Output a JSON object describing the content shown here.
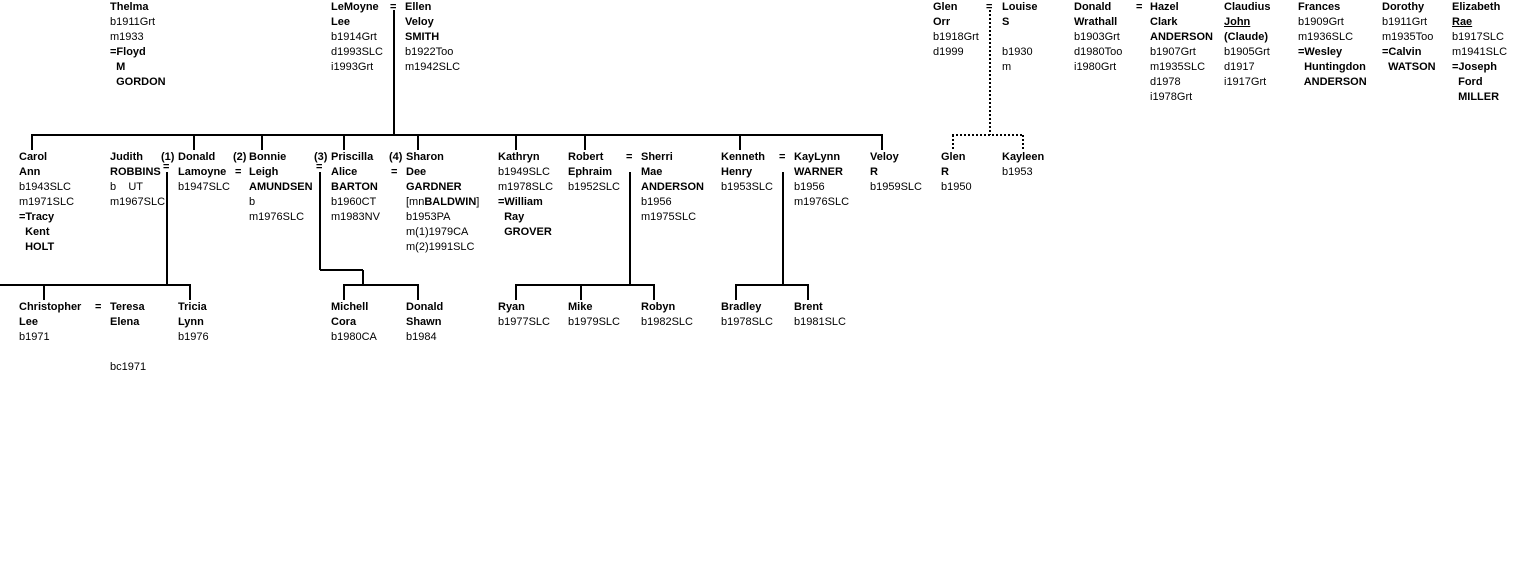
{
  "people": [
    {
      "id": "thelma",
      "lines": [
        [
          "Thelma",
          "b"
        ],
        [
          "b1911Grt",
          ""
        ],
        [
          "m1933",
          ""
        ],
        [
          "=Floyd",
          "b"
        ],
        [
          "  M",
          "b"
        ],
        [
          "  GORDON",
          "b"
        ]
      ]
    },
    {
      "id": "lemoyne",
      "lines": [
        [
          "LeMoyne",
          "b"
        ],
        [
          "Lee",
          "b"
        ],
        [
          "b1914Grt",
          ""
        ],
        [
          "d1993SLC",
          ""
        ],
        [
          "i1993Grt",
          ""
        ]
      ]
    },
    {
      "id": "ellen",
      "lines": [
        [
          "Ellen",
          "b"
        ],
        [
          "Veloy",
          "b"
        ],
        [
          "SMITH",
          "b"
        ],
        [
          "b1922Too",
          ""
        ],
        [
          "m1942SLC",
          ""
        ]
      ]
    },
    {
      "id": "glen-orr",
      "lines": [
        [
          "Glen",
          "b"
        ],
        [
          "Orr",
          "b"
        ],
        [
          "b1918Grt",
          ""
        ],
        [
          "d1999",
          ""
        ]
      ]
    },
    {
      "id": "louise",
      "lines": [
        [
          "Louise",
          "b"
        ],
        [
          "S",
          "b"
        ],
        [
          "",
          ""
        ],
        [
          "b1930",
          ""
        ],
        [
          "m",
          ""
        ]
      ]
    },
    {
      "id": "donald-w",
      "lines": [
        [
          "Donald",
          "b"
        ],
        [
          "Wrathall",
          "b"
        ],
        [
          "b1903Grt",
          ""
        ],
        [
          "d1980Too",
          ""
        ],
        [
          "i1980Grt",
          ""
        ]
      ]
    },
    {
      "id": "hazel",
      "lines": [
        [
          "Hazel",
          "b"
        ],
        [
          "Clark",
          "b"
        ],
        [
          "ANDERSON",
          "b"
        ],
        [
          "b1907Grt",
          ""
        ],
        [
          "m1935SLC",
          ""
        ],
        [
          "d1978",
          ""
        ],
        [
          "i1978Grt",
          ""
        ]
      ]
    },
    {
      "id": "claudius",
      "lines": [
        [
          "Claudius",
          "b"
        ],
        [
          "John",
          "bu"
        ],
        [
          "(Claude)",
          "b"
        ],
        [
          "b1905Grt",
          ""
        ],
        [
          "d1917",
          ""
        ],
        [
          "i1917Grt",
          ""
        ]
      ]
    },
    {
      "id": "frances",
      "lines": [
        [
          "Frances",
          "b"
        ],
        [
          "b1909Grt",
          ""
        ],
        [
          "m1936SLC",
          ""
        ],
        [
          "=Wesley",
          "b"
        ],
        [
          "  Huntingdon",
          "b"
        ],
        [
          "  ANDERSON",
          "b"
        ]
      ]
    },
    {
      "id": "dorothy",
      "lines": [
        [
          "Dorothy",
          "b"
        ],
        [
          "b1911Grt",
          ""
        ],
        [
          "m1935Too",
          ""
        ],
        [
          "=Calvin",
          "b"
        ],
        [
          "  WATSON",
          "b"
        ]
      ]
    },
    {
      "id": "elizabeth",
      "lines": [
        [
          "Elizabeth",
          "b"
        ],
        [
          "Rae",
          "bu"
        ],
        [
          "b1917SLC",
          ""
        ],
        [
          "m1941SLC",
          ""
        ],
        [
          "=Joseph",
          "b"
        ],
        [
          "  Ford",
          "b"
        ],
        [
          "  MILLER",
          "b"
        ]
      ]
    },
    {
      "id": "carol",
      "lines": [
        [
          "Carol",
          "b"
        ],
        [
          "Ann",
          "b"
        ],
        [
          "b1943SLC",
          ""
        ],
        [
          "m1971SLC",
          ""
        ],
        [
          "=Tracy",
          "b"
        ],
        [
          "  Kent",
          "b"
        ],
        [
          "  HOLT",
          "b"
        ]
      ]
    },
    {
      "id": "judith",
      "lines": [
        [
          "Judith",
          "b"
        ],
        [
          "ROBBINS",
          "b"
        ],
        [
          "b    UT",
          ""
        ],
        [
          "m1967SLC",
          ""
        ]
      ]
    },
    {
      "id": "donald-l",
      "lines": [
        [
          "Donald",
          "b"
        ],
        [
          "Lamoyne",
          "b"
        ],
        [
          "b1947SLC",
          ""
        ]
      ]
    },
    {
      "id": "bonnie",
      "lines": [
        [
          "Bonnie",
          "b"
        ],
        [
          "Leigh",
          "b"
        ],
        [
          "AMUNDSEN",
          "b"
        ],
        [
          "b",
          ""
        ],
        [
          "m1976SLC",
          ""
        ]
      ]
    },
    {
      "id": "priscilla",
      "lines": [
        [
          "Priscilla",
          "b"
        ],
        [
          "Alice",
          "b"
        ],
        [
          "BARTON",
          "b"
        ],
        [
          "b1960CT",
          ""
        ],
        [
          "m1983NV",
          ""
        ]
      ]
    },
    {
      "id": "sharon",
      "lines": [
        [
          "Sharon",
          "b"
        ],
        [
          "Dee",
          "b"
        ],
        [
          "GARDNER",
          "b"
        ],
        [
          "[mnBALDWIN]",
          "mn"
        ],
        [
          "b1953PA",
          ""
        ],
        [
          "m(1)1979CA",
          ""
        ],
        [
          "m(2)1991SLC",
          ""
        ]
      ]
    },
    {
      "id": "kathryn",
      "lines": [
        [
          "Kathryn",
          "b"
        ],
        [
          "b1949SLC",
          ""
        ],
        [
          "m1978SLC",
          ""
        ],
        [
          "=William",
          "b"
        ],
        [
          "  Ray",
          "b"
        ],
        [
          "  GROVER",
          "b"
        ]
      ]
    },
    {
      "id": "robert",
      "lines": [
        [
          "Robert",
          "b"
        ],
        [
          "Ephraim",
          "b"
        ],
        [
          "b1952SLC",
          ""
        ]
      ]
    },
    {
      "id": "sherri",
      "lines": [
        [
          "Sherri",
          "b"
        ],
        [
          "Mae",
          "b"
        ],
        [
          "ANDERSON",
          "b"
        ],
        [
          "b1956",
          ""
        ],
        [
          "m1975SLC",
          ""
        ]
      ]
    },
    {
      "id": "kenneth",
      "lines": [
        [
          "Kenneth",
          "b"
        ],
        [
          "Henry",
          "b"
        ],
        [
          "b1953SLC",
          ""
        ]
      ]
    },
    {
      "id": "kaylynn",
      "lines": [
        [
          "KayLynn",
          "b"
        ],
        [
          "WARNER",
          "b"
        ],
        [
          "b1956",
          ""
        ],
        [
          "m1976SLC",
          ""
        ]
      ]
    },
    {
      "id": "veloy",
      "lines": [
        [
          "Veloy",
          "b"
        ],
        [
          "R",
          "b"
        ],
        [
          "b1959SLC",
          ""
        ]
      ]
    },
    {
      "id": "glen-r",
      "lines": [
        [
          "Glen",
          "b"
        ],
        [
          "R",
          "b"
        ],
        [
          "b1950",
          ""
        ]
      ]
    },
    {
      "id": "kayleen",
      "lines": [
        [
          "Kayleen",
          "b"
        ],
        [
          "b1953",
          ""
        ]
      ]
    },
    {
      "id": "christopher",
      "lines": [
        [
          "Christopher",
          "b"
        ],
        [
          "Lee",
          "b"
        ],
        [
          "b1971",
          ""
        ]
      ]
    },
    {
      "id": "teresa",
      "lines": [
        [
          "Teresa",
          "b"
        ],
        [
          "Elena",
          "b"
        ],
        [
          "",
          ""
        ],
        [
          "",
          ""
        ],
        [
          "bc1971",
          ""
        ]
      ]
    },
    {
      "id": "tricia",
      "lines": [
        [
          "Tricia",
          "b"
        ],
        [
          "Lynn",
          "b"
        ],
        [
          "b1976",
          ""
        ]
      ]
    },
    {
      "id": "michell",
      "lines": [
        [
          "Michell",
          "b"
        ],
        [
          "Cora",
          "b"
        ],
        [
          "b1980CA",
          ""
        ]
      ]
    },
    {
      "id": "donald-s",
      "lines": [
        [
          "Donald",
          "b"
        ],
        [
          "Shawn",
          "b"
        ],
        [
          "b1984",
          ""
        ]
      ]
    },
    {
      "id": "ryan",
      "lines": [
        [
          "Ryan",
          "b"
        ],
        [
          "b1977SLC",
          ""
        ]
      ]
    },
    {
      "id": "mike",
      "lines": [
        [
          "Mike",
          "b"
        ],
        [
          "b1979SLC",
          ""
        ]
      ]
    },
    {
      "id": "robyn",
      "lines": [
        [
          "Robyn",
          "b"
        ],
        [
          "b1982SLC",
          ""
        ]
      ]
    },
    {
      "id": "bradley",
      "lines": [
        [
          "Bradley",
          "b"
        ],
        [
          "b1978SLC",
          ""
        ]
      ]
    },
    {
      "id": "brent",
      "lines": [
        [
          "Brent",
          "b"
        ],
        [
          "b1981SLC",
          ""
        ]
      ]
    }
  ],
  "markers": [
    {
      "id": "eq-lemoyne-ellen",
      "text": "="
    },
    {
      "id": "eq-glen-louise",
      "text": "="
    },
    {
      "id": "eq-donald-hazel",
      "text": "="
    },
    {
      "id": "eq-judith-donald",
      "text": "="
    },
    {
      "id": "eq-donald-bonnie",
      "text": "="
    },
    {
      "id": "eq-bonnie-priscilla",
      "text": "="
    },
    {
      "id": "eq-priscilla-sharon",
      "text": "="
    },
    {
      "id": "eq-robert-sherri",
      "text": "="
    },
    {
      "id": "eq-kenneth-kaylynn",
      "text": "="
    },
    {
      "id": "eq-christopher-teresa",
      "text": "="
    },
    {
      "id": "num-1",
      "text": "(1)"
    },
    {
      "id": "num-2",
      "text": "(2)"
    },
    {
      "id": "num-3",
      "text": "(3)"
    },
    {
      "id": "num-4",
      "text": "(4)"
    }
  ]
}
